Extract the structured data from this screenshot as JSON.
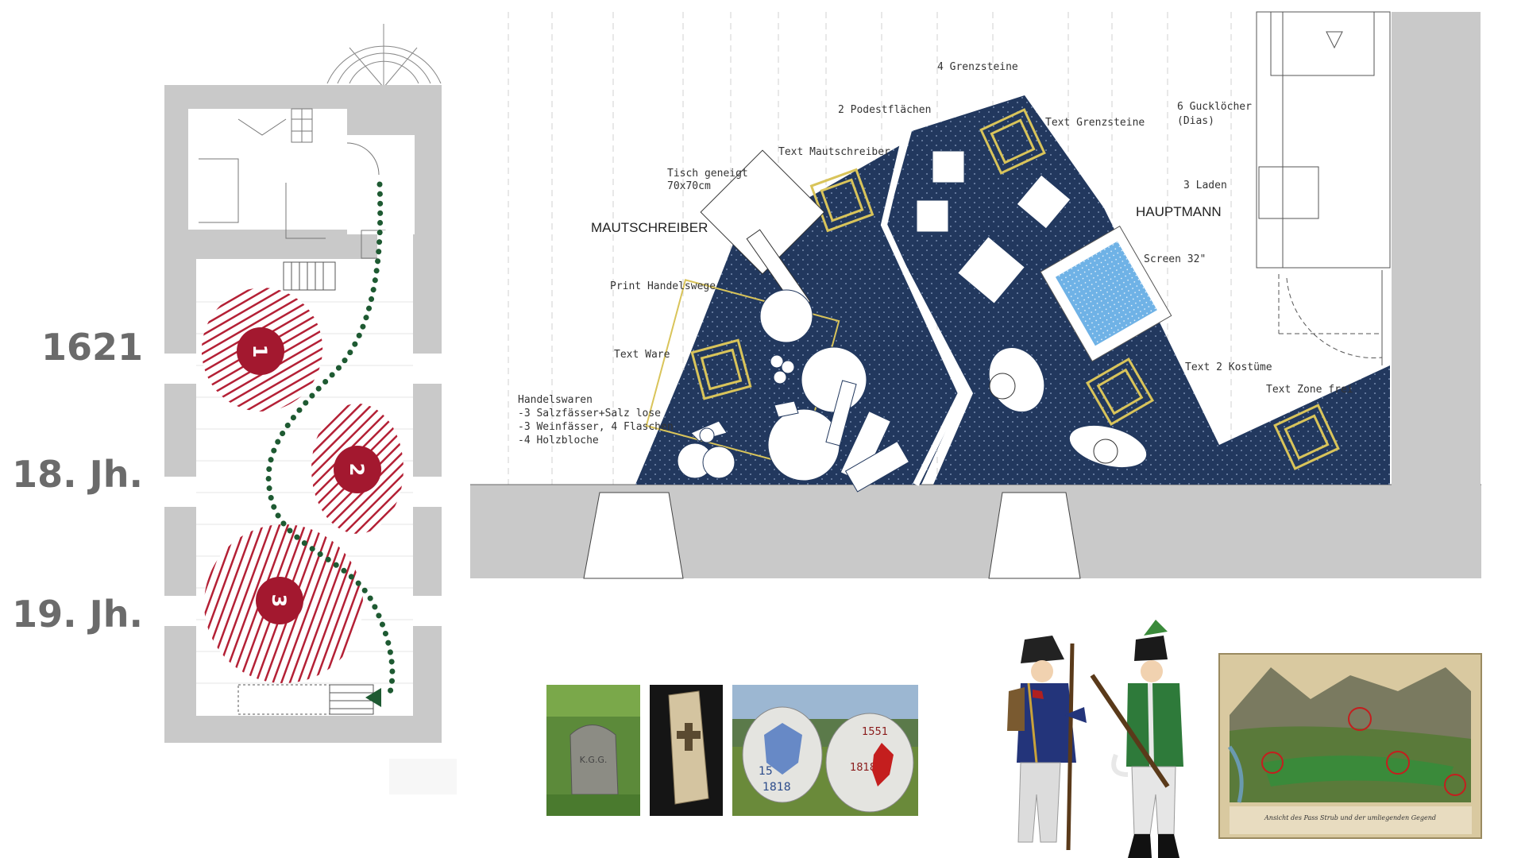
{
  "timeline": {
    "era1": "1621",
    "era2": "18. Jh.",
    "era3": "19. Jh."
  },
  "zones": [
    {
      "number": "1"
    },
    {
      "number": "2"
    },
    {
      "number": "3"
    }
  ],
  "plan_labels": {
    "grenzsteine": "4 Grenzsteine",
    "podest": "2 Podestflächen",
    "text_grenzsteine": "Text Grenzsteine",
    "gucklocher_1": "6 Gucklöcher",
    "gucklocher_2": "(Dias)",
    "text_mautschreiber": "Text Mautschreiber",
    "tisch_1": "Tisch geneigt",
    "tisch_2": "70x70cm",
    "laden": "3 Laden",
    "mautschreiber": "MAUTSCHREIBER",
    "hauptmann": "HAUPTMANN",
    "screen": "Screen 32\"",
    "print": "Print Handelswege",
    "text_ware": "Text Ware",
    "kostume": "Text 2 Kostüme",
    "zone_frei": "Text Zone frei",
    "handelswaren": "Handelswaren",
    "hw1": "-3 Salzfässer+Salz lose",
    "hw2": "-3 Weinfässer, 4 Flaschen",
    "hw3": "-4 Holzbloche"
  },
  "stones": {
    "s1": "K.G.G.",
    "s2a": "15",
    "s2b": "1818",
    "s3a": "1551",
    "s3b": "1818"
  },
  "painting": {
    "caption": "Ansicht des Pass Strub und der umliegenden Gegend"
  },
  "colors": {
    "navy": "#22385e",
    "crimson": "#a3182f",
    "path_green": "#1e5a32",
    "grey_wall": "#c9c9c9",
    "gold": "#d9c45a",
    "screen_blue": "#6fb2e6"
  }
}
